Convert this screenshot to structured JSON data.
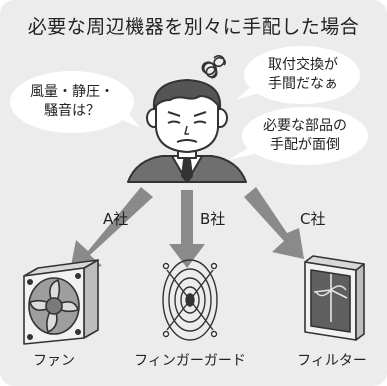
{
  "title": "必要な周辺機器を別々に手配した場合",
  "bubbles": [
    {
      "text_lines": [
        "風量・静圧・",
        "騒音は？"
      ]
    },
    {
      "text_lines": [
        "取付交換が",
        "手間だなぁ"
      ]
    },
    {
      "text_lines": [
        "必要な部品の",
        "手配が面倒"
      ]
    }
  ],
  "arrows": [
    {
      "label": "A社"
    },
    {
      "label": "B社"
    },
    {
      "label": "C社"
    }
  ],
  "items": [
    {
      "label": "ファン",
      "icon": "fan-icon"
    },
    {
      "label": "フィンガーガード",
      "icon": "finger-guard-icon"
    },
    {
      "label": "フィルター",
      "icon": "filter-icon"
    }
  ],
  "colors": {
    "panel": "#ececec",
    "arrow": "#8a8a8a",
    "stroke": "#333333",
    "bubble": "#ffffff"
  }
}
